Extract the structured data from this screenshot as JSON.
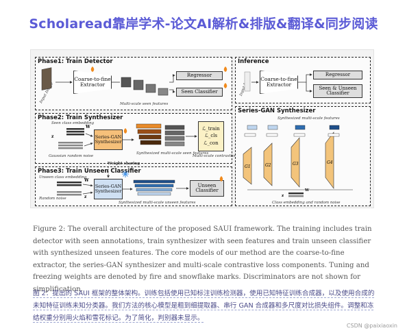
{
  "banner": {
    "title": "Scholaread靠岸学术-论文AI解析&排版&翻译&同步阅读",
    "title_color": "#5b5bd6"
  },
  "figure": {
    "phase1": {
      "title": "Phase1: Train Detector",
      "input_label": "Input Image",
      "extractor": "Coarse-to-fine Extractor",
      "regressor": "Regressor",
      "seen_classifier": "Seen Classifier",
      "features_label": "Multi-scale seen features"
    },
    "phase2": {
      "title": "Phase2: Train Synthesizer",
      "seen_class_embedding": "Seen class embedding",
      "w_label": "W",
      "z_label": "z",
      "gaussian_noise": "Gaussian random noise",
      "synthesizer": "Series-GAN Synthesizer",
      "synth_features": "Synthesized multi-scale seen features",
      "real_features": "Multi-scale seen features",
      "loss_train": "ℒ_train",
      "loss_cls": "ℒ_cls",
      "loss_con": "ℒ_con",
      "contrastive_loss": "Multi-scale contrastive loss"
    },
    "phase3": {
      "title": "Phase3: Train Unseen Classifier",
      "unseen_class_embedding": "Unseen class embedding",
      "w_label": "W",
      "z_label": "z",
      "random_noise": "Random noise",
      "synthesizer": "Series-GAN Synthesizer",
      "weight_sharing": "Weight sharing",
      "unseen_classifier": "Unseen Classifier",
      "synth_features": "Synthesized multi-scale unseen features"
    },
    "inference": {
      "title": "Inference",
      "input_label": "Input Image",
      "extractor": "Coarse-to-fine Extractor",
      "regressor": "Regressor",
      "classifier": "Seen & Unseen Classifier"
    },
    "series_gan": {
      "title": "Series-GAN Synthesizer",
      "features_label": "Synthesized multi-scale features",
      "g1": "G1",
      "g2": "G2",
      "g3": "G3",
      "g4": "G4",
      "w_label": "W",
      "z_label": "z",
      "bottom_label": "Class embedding and random noise"
    }
  },
  "caption_en": "Figure 2: The overall architecture of the proposed SAUI framework. The training includes train detector with seen annotations, train synthesizer with seen features and train unseen classifier with synthesized unseen features. The core models of our method are the coarse-to-fine extractor, the series-GAN synthesizer and multi-scale contrastive loss components. Tuning and freezing weights are denoted by fire and snowflake marks. Discriminators are not shown for simplification.",
  "caption_zh": "图 2：提出的 SAUI 框架的整体架构。训练包括使用已知标注训练检测器，使用已知特征训练合成器，以及使用合成的未知特征训练未知分类器。我们方法的核心模型是粗到细提取器、串行 GAN 合成器和多尺度对比损失组件。调整和冻结权重分别用火焰和雪花标记。为了简化，判别器未显示。",
  "watermark": "CSDN @paixiaoxin",
  "colors": {
    "fire": "#f08a1c",
    "snowflake": "#3a8ee6",
    "generator": "#f3c47b",
    "feature_blue": "#2f6db0",
    "feature_light": "#bfd6ef"
  }
}
